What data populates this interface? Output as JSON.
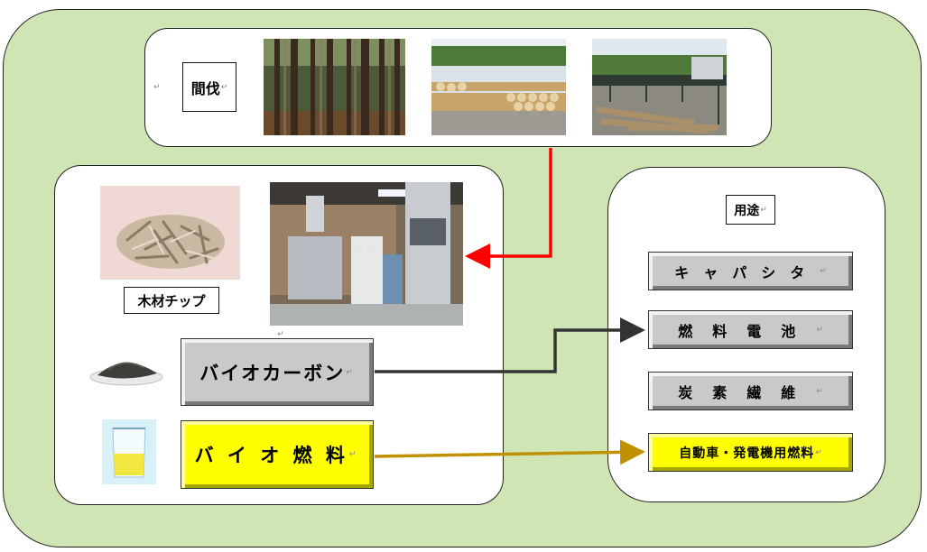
{
  "harvest": {
    "label": "間伐",
    "mark": "↵"
  },
  "production": {
    "chip_label": "木材チップ",
    "carbon_label": "バイオカーボン",
    "fuel_label": "バ イ オ 燃 料",
    "plant_mark": "↵"
  },
  "uses": {
    "heading": "用途",
    "items": [
      {
        "label": "キャパシタ"
      },
      {
        "label": "燃料電池"
      },
      {
        "label": "炭素繊維"
      },
      {
        "label": "自動車・発電機用燃料"
      }
    ]
  },
  "colors": {
    "background": "#cfe6b4",
    "arrow_feed": "#ff0000",
    "arrow_carbon": "#333333",
    "arrow_fuel": "#c09000",
    "fuel_box": "#ffff00",
    "gray_box": "#c9c9c9"
  },
  "icons": [
    "forest-photo",
    "log-yard-photo",
    "sawmill-photo",
    "wood-chip-photo",
    "carbonization-plant-photo",
    "carbon-powder-photo",
    "beaker-photo"
  ]
}
